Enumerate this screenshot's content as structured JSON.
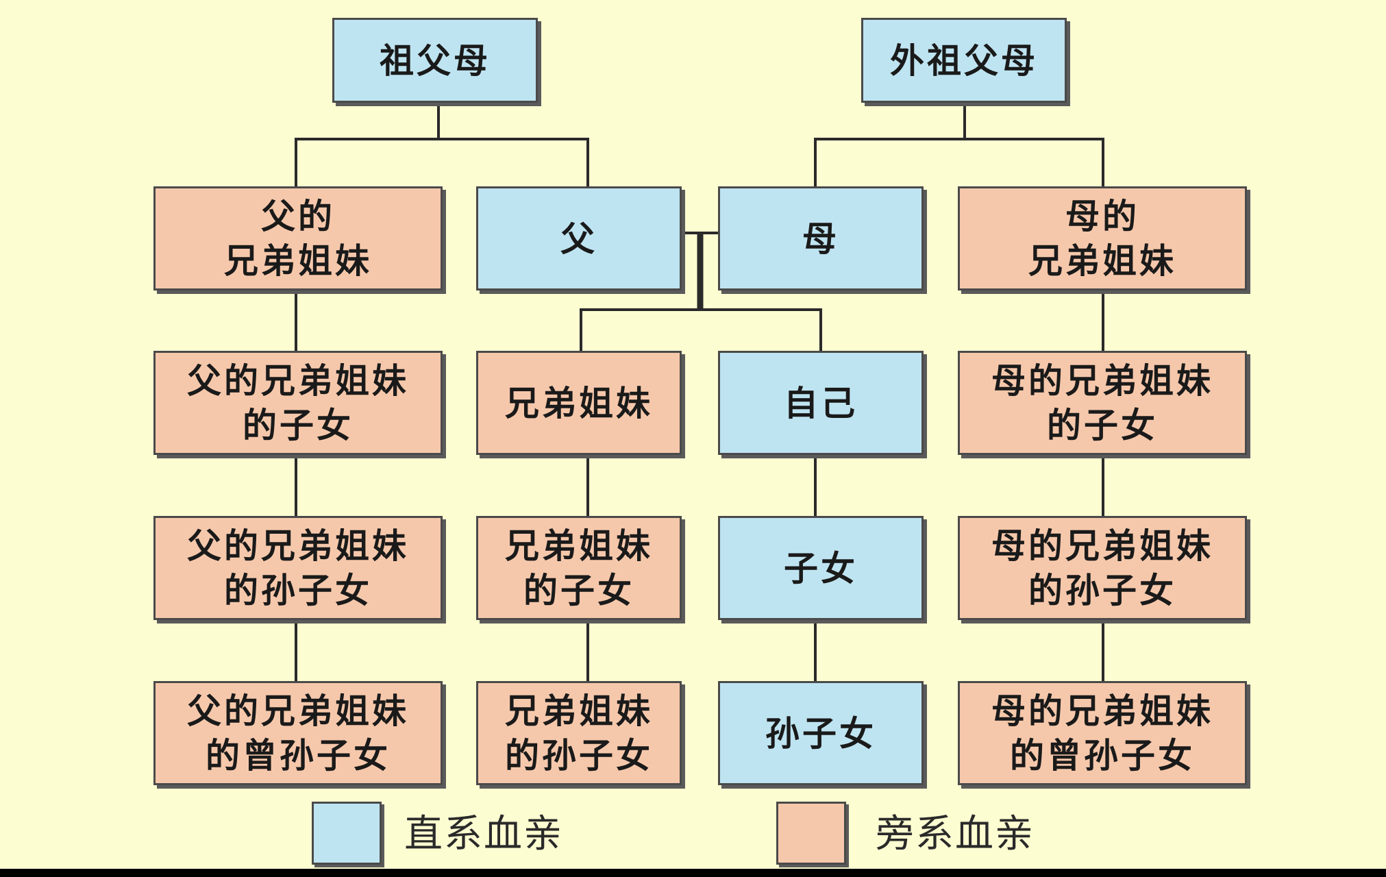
{
  "colors": {
    "direct": "#bfe4f1",
    "collateral": "#f6c8ab",
    "line": "#2a2a2a",
    "background": "#fdfdd2"
  },
  "nodes": {
    "grandparents": "祖父母",
    "maternal_grandparents": "外祖父母",
    "father_siblings": "父的\n兄弟姐妹",
    "father": "父",
    "mother": "母",
    "mother_siblings": "母的\n兄弟姐妹",
    "father_siblings_children": "父的兄弟姐妹\n的子女",
    "siblings": "兄弟姐妹",
    "self": "自己",
    "mother_siblings_children": "母的兄弟姐妹\n的子女",
    "father_siblings_grandchildren": "父的兄弟姐妹\n的孙子女",
    "siblings_children": "兄弟姐妹\n的子女",
    "children": "子女",
    "mother_siblings_grandchildren": "母的兄弟姐妹\n的孙子女",
    "father_siblings_great_grandchildren": "父的兄弟姐妹\n的曾孙子女",
    "siblings_grandchildren": "兄弟姐妹\n的孙子女",
    "grandchildren": "孙子女",
    "mother_siblings_great_grandchildren": "母的兄弟姐妹\n的曾孙子女"
  },
  "legend": {
    "direct": "直系血亲",
    "collateral": "旁系血亲"
  }
}
